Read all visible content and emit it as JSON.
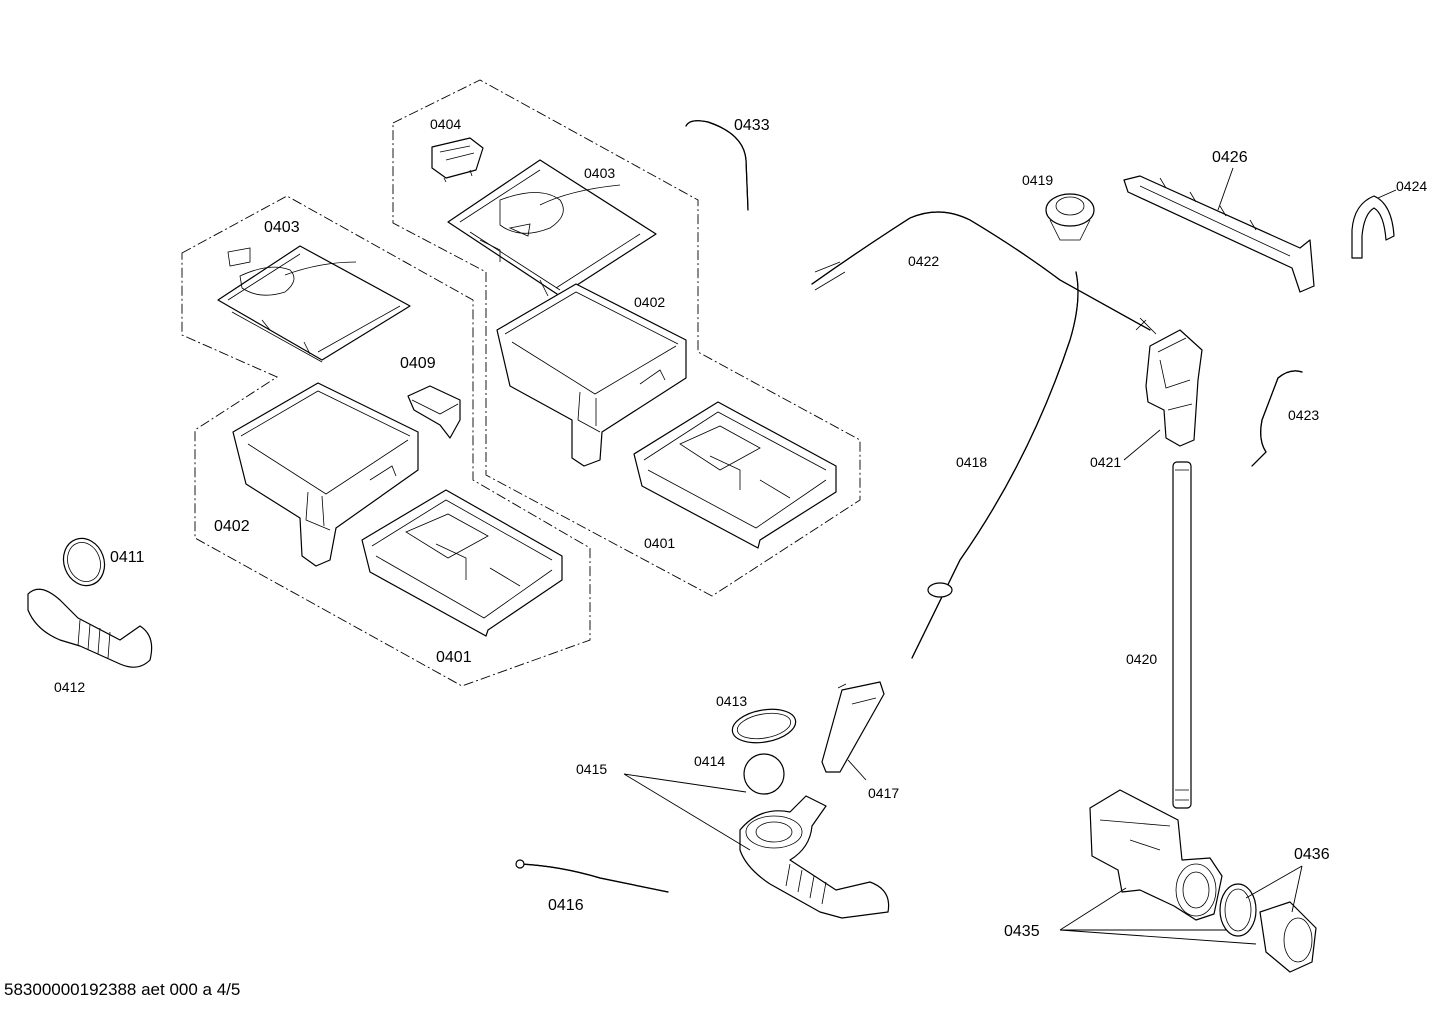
{
  "document_id": "58300000192388 aet 000 a 4/5",
  "labels": {
    "p0404": "0404",
    "p0403_top": "0403",
    "p0403_left": "0403",
    "p0433": "0433",
    "p0426": "0426",
    "p0419": "0419",
    "p0424": "0424",
    "p0422": "0422",
    "p0402_right": "0402",
    "p0402_left": "0402",
    "p0409": "0409",
    "p0423": "0423",
    "p0421": "0421",
    "p0418": "0418",
    "p0401_right": "0401",
    "p0401_left": "0401",
    "p0411": "0411",
    "p0412": "0412",
    "p0420": "0420",
    "p0413": "0413",
    "p0414": "0414",
    "p0415": "0415",
    "p0417": "0417",
    "p0416": "0416",
    "p0436": "0436",
    "p0435": "0435"
  }
}
